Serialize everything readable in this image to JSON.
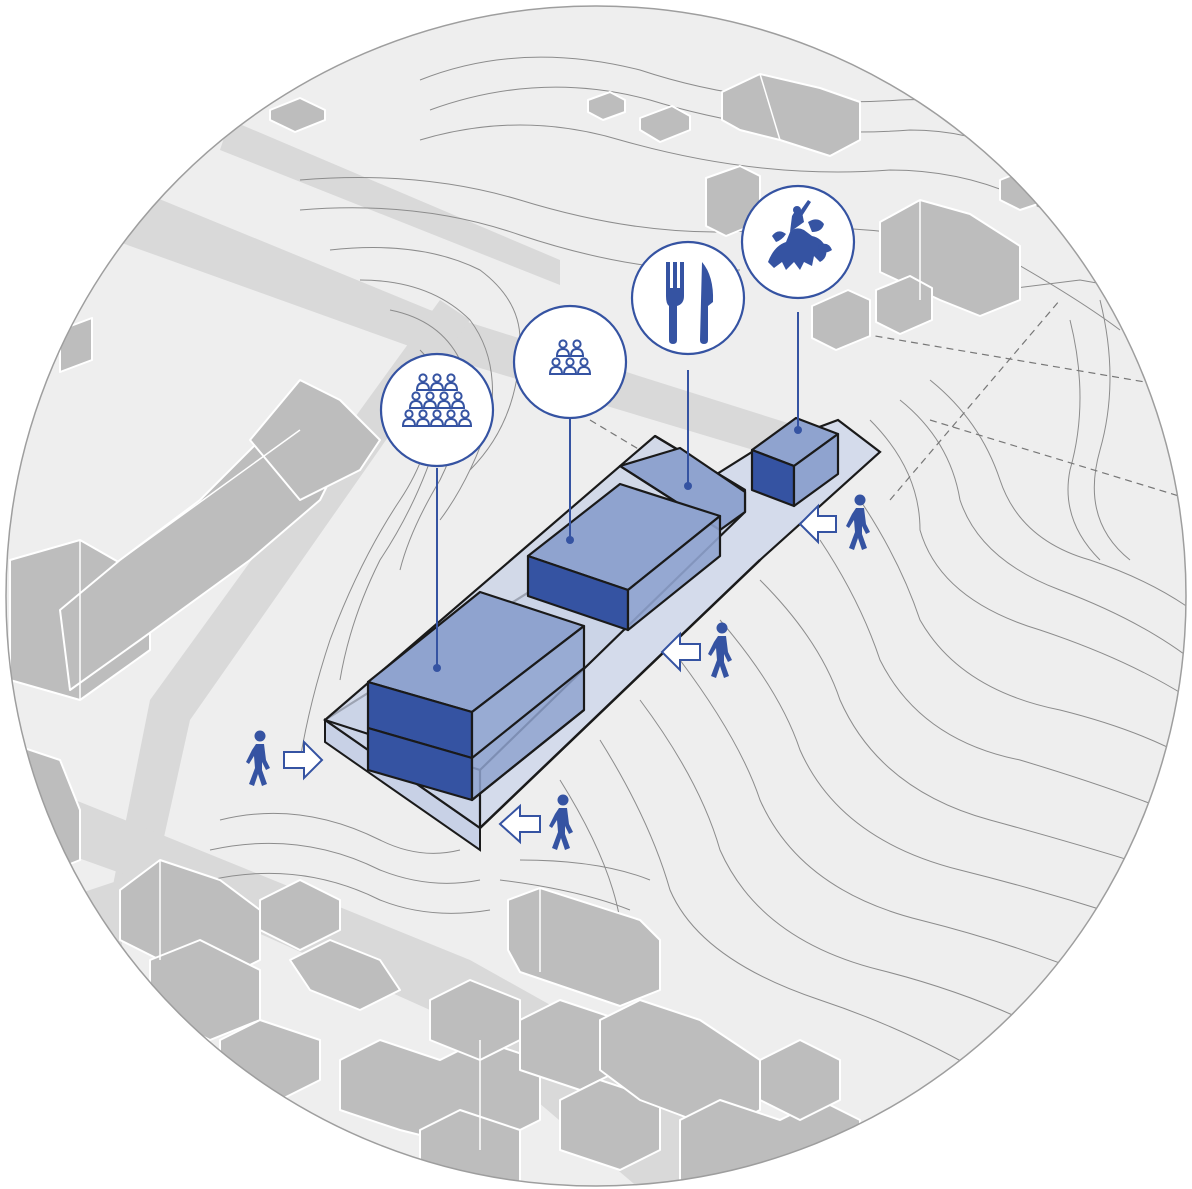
{
  "diagram": {
    "palette": {
      "background": "#ffffff",
      "ground": "#eeeeee",
      "road": "#d9d9d9",
      "context_building": "#bdbdbd",
      "context_building_roof": "#cfcfcf",
      "contour_line": "#8c8c8c",
      "accent": "#3553a2",
      "accent_light": "#8fa3cf",
      "accent_pale": "#c8d1e6",
      "site_fill": "#d4dbeb"
    },
    "functions": [
      {
        "key": "large-auditorium",
        "icon": "large-audience-icon",
        "seats_rows": [
          3,
          4,
          5
        ]
      },
      {
        "key": "small-auditorium",
        "icon": "small-audience-icon",
        "seats_rows": [
          2,
          3
        ]
      },
      {
        "key": "restaurant",
        "icon": "fork-knife-icon"
      },
      {
        "key": "heritage-exhibition",
        "icon": "vytis-emblem-icon"
      }
    ],
    "entrances": [
      {
        "key": "west-entrance",
        "icon": "pedestrian-icon",
        "arrow": "arrow-right-icon"
      },
      {
        "key": "south-entrance",
        "icon": "pedestrian-icon",
        "arrow": "arrow-left-icon"
      },
      {
        "key": "middle-entrance",
        "icon": "pedestrian-icon",
        "arrow": "arrow-left-icon"
      },
      {
        "key": "east-entrance",
        "icon": "pedestrian-icon",
        "arrow": "arrow-left-icon"
      }
    ]
  }
}
